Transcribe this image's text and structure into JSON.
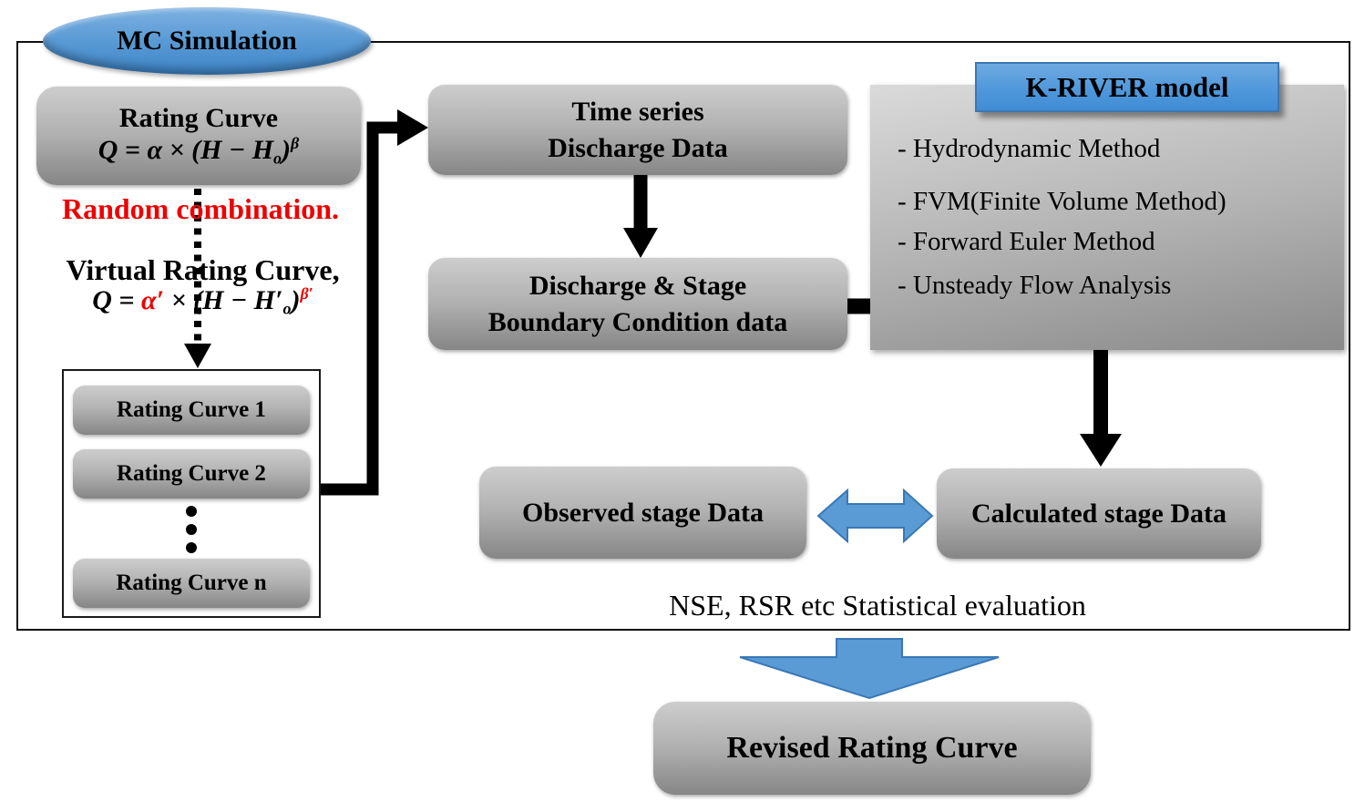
{
  "colors": {
    "accent_blue": "#5B9BD5",
    "accent_blue_dark": "#3A78B5",
    "red": "#EE0000",
    "gray_box_top": "#CDCDCD",
    "gray_box_bottom": "#868686"
  },
  "nodes": {
    "mc_simulation": "MC Simulation",
    "rating_curve": {
      "title": "Rating Curve",
      "formula": [
        {
          "text": "Q = α × (H − H"
        },
        {
          "text": "o",
          "cls": "sub"
        },
        {
          "text": ")"
        },
        {
          "text": "β",
          "cls": "sup"
        }
      ]
    },
    "random_combination": "Random combination.",
    "virtual_rating_curve": {
      "title": "Virtual Rating Curve,",
      "formula": [
        {
          "text": "Q = "
        },
        {
          "text": "α′",
          "cls": "red"
        },
        {
          "text": " × (H − H′"
        },
        {
          "text": "o",
          "cls": "sub"
        },
        {
          "text": ")"
        },
        {
          "text": "β′",
          "cls": "sup red"
        }
      ]
    },
    "rating_curve_list": [
      "Rating Curve 1",
      "Rating Curve 2",
      "Rating Curve n"
    ],
    "time_series_box": {
      "line1": "Time series",
      "line2": "Discharge Data"
    },
    "boundary_box": {
      "line1": "Discharge & Stage",
      "line2": "Boundary Condition data"
    },
    "k_river": {
      "title": "K-RIVER model",
      "items": [
        "- Hydrodynamic Method",
        "- FVM(Finite Volume Method)",
        "- Forward Euler Method",
        "- Unsteady Flow Analysis"
      ]
    },
    "observed_box": "Observed stage Data",
    "calculated_box": "Calculated stage Data",
    "evaluation_note": "NSE, RSR etc Statistical evaluation",
    "revised_box": "Revised Rating Curve"
  }
}
